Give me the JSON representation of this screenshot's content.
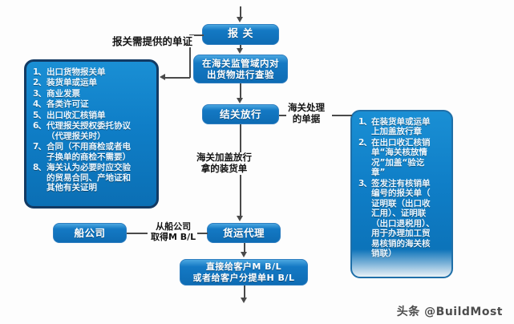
{
  "flow": {
    "declaration": "报   关",
    "inspection": "在海关监管域内对\n出货物进行查验",
    "release": "结关放行",
    "forwarder": "货运代理",
    "shipping_company": "船公司",
    "bill_to_customer": "直接给客户M  B/L\n或者给客户分提单H  B/L"
  },
  "labels": {
    "required_documents": "报关需提供的单证",
    "customs_documents": "海关处理\n的单据",
    "release_bill": "海关加盖放行\n拿的装货单",
    "obtain_bl": "从船公司\n取得M  B/L"
  },
  "required_documents_panel": {
    "items": [
      "出口货物报关单",
      "装货单或运单",
      "商业发票",
      "各类许可证",
      "出口收汇核销单",
      "代理报关授权委托协议\n（代理报关时）",
      "合同（不用商检或者电\n子换单的商检不需要）",
      "海关认为必要时应交验\n的贸易合同、产地证和\n其他有关证明"
    ]
  },
  "customs_documents_panel": {
    "items": [
      "在装货单或运单\n上加盖放行章",
      "在出口收汇核销\n单“海关核放情\n况”加盖“验讫\n章”",
      "签发注有核销单\n编号的报关单（\n证明联（出口收\n汇用）、证明联\n（出口退税用）、\n用于办理加工贸\n易核销的海关核\n销联）"
    ]
  },
  "watermark": {
    "text": "头条 @BuildMost"
  },
  "colors": {
    "node_blue": "#1479c4",
    "panel_blue": "#0f7ec7",
    "panel_border": "#123a63",
    "line": "#4a4a4a",
    "text_on_blue": "#ffffff"
  }
}
